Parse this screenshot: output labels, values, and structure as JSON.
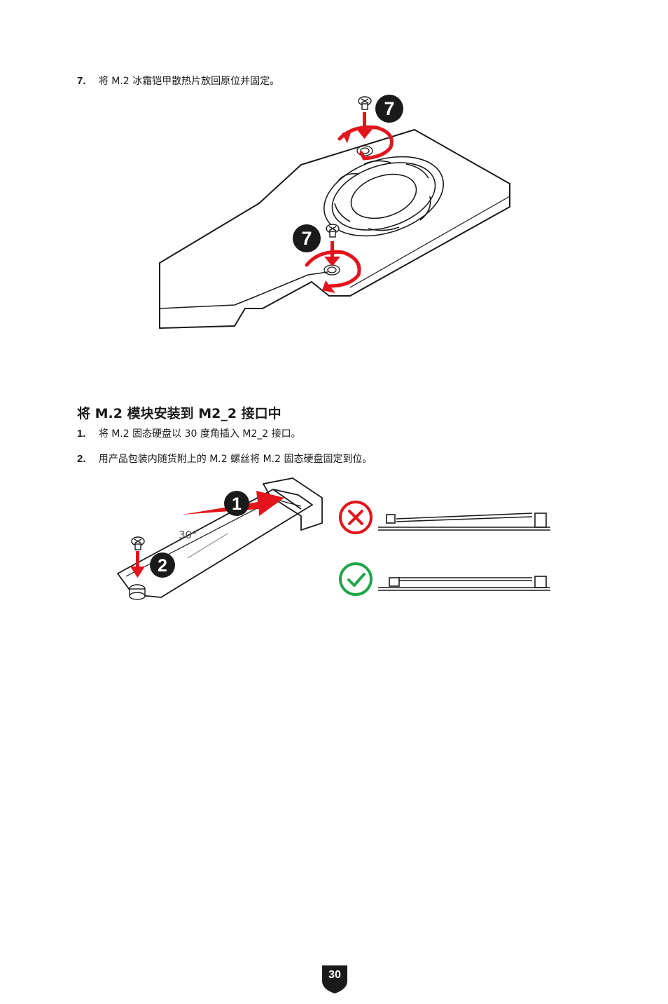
{
  "section_a": {
    "step7_num": "7.",
    "step7_text": "将 M.2 冰霜铠甲散热片放回原位并固定。",
    "callout_label": "7"
  },
  "section_b": {
    "heading": "将 M.2 模块安装到 M2_2 接口中",
    "step1_num": "1.",
    "step1_text": "将 M.2 固态硬盘以 30 度角插入 M2_2 接口。",
    "step2_num": "2.",
    "step2_text": "用产品包装内随货附上的 M.2 螺丝将 M.2 固态硬盘固定到位。",
    "angle_label": "30°",
    "callout_1": "1",
    "callout_2": "2"
  },
  "colors": {
    "accent_red": "#e3141c",
    "ok_green": "#1fa64a",
    "ink": "#1a1a1a"
  },
  "footer": {
    "page_number": "30"
  }
}
